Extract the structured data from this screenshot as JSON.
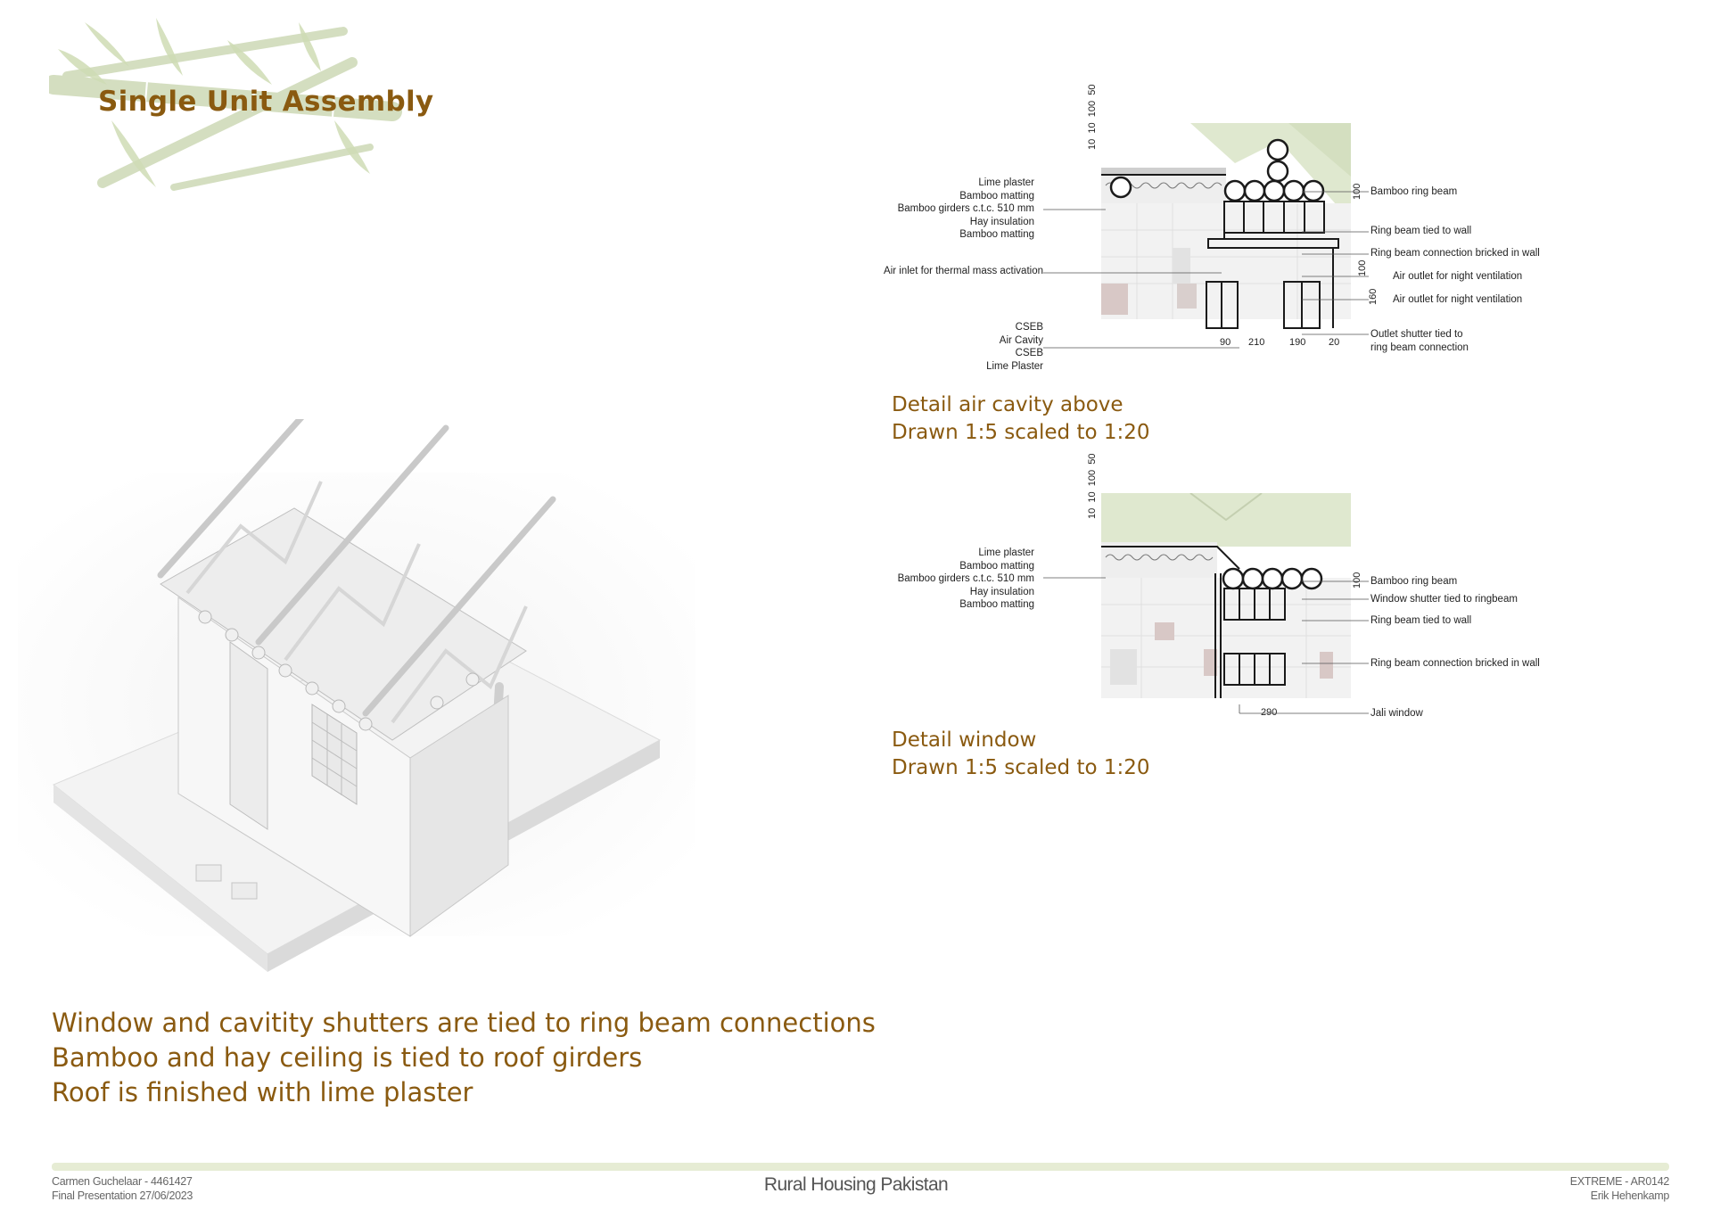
{
  "title": "Single Unit Assembly",
  "detail_top": {
    "left_labels_a": [
      "Lime plaster",
      "Bamboo matting",
      "Bamboo girders c.t.c. 510 mm",
      "Hay insulation",
      "Bamboo matting"
    ],
    "left_label_b": "Air inlet for thermal mass activation",
    "left_labels_c": [
      "CSEB",
      "Air Cavity",
      "CSEB",
      "Lime Plaster"
    ],
    "right_labels": [
      "Bamboo ring beam",
      "Ring beam tied to wall",
      "Ring beam connection bricked in wall",
      "Air outlet for night ventilation",
      "Air outlet for night ventilation",
      "Outlet shutter tied to",
      "ring beam connection"
    ],
    "dims_v": [
      "10",
      "10",
      "100",
      "50"
    ],
    "dim_right_top": "100",
    "dims_right_v": [
      "100",
      "160"
    ],
    "dims_bottom": [
      "90",
      "210",
      "190",
      "20"
    ],
    "caption_1": "Detail air cavity above",
    "caption_2": "Drawn 1:5 scaled to 1:20"
  },
  "detail_bottom": {
    "left_labels_a": [
      "Lime plaster",
      "Bamboo matting",
      "Bamboo girders c.t.c. 510 mm",
      "Hay insulation",
      "Bamboo matting"
    ],
    "right_labels": [
      "Bamboo ring beam",
      "Window shutter tied to ringbeam",
      "Ring beam tied to wall",
      "Ring beam connection bricked in wall",
      "Jali window"
    ],
    "dims_v": [
      "10",
      "10",
      "100",
      "50"
    ],
    "dim_right_top": "100",
    "dim_bottom": "290",
    "caption_1": "Detail window",
    "caption_2": "Drawn 1:5 scaled to 1:20"
  },
  "statements": [
    "Window and cavitity shutters are tied to ring beam connections",
    "Bamboo and hay ceiling is tied to roof girders",
    "Roof is finished with lime plaster"
  ],
  "footer": {
    "author": "Carmen Guchelaar - 4461427",
    "presentation": "Final Presentation 27/06/2023",
    "project": "Rural Housing Pakistan",
    "course": "EXTREME - AR0142",
    "tutor": "Erik Hehenkamp"
  },
  "colors": {
    "accent": "#8a5a10",
    "footer_bar": "#e6ecd4",
    "bamboo": "#dfe8cf"
  }
}
